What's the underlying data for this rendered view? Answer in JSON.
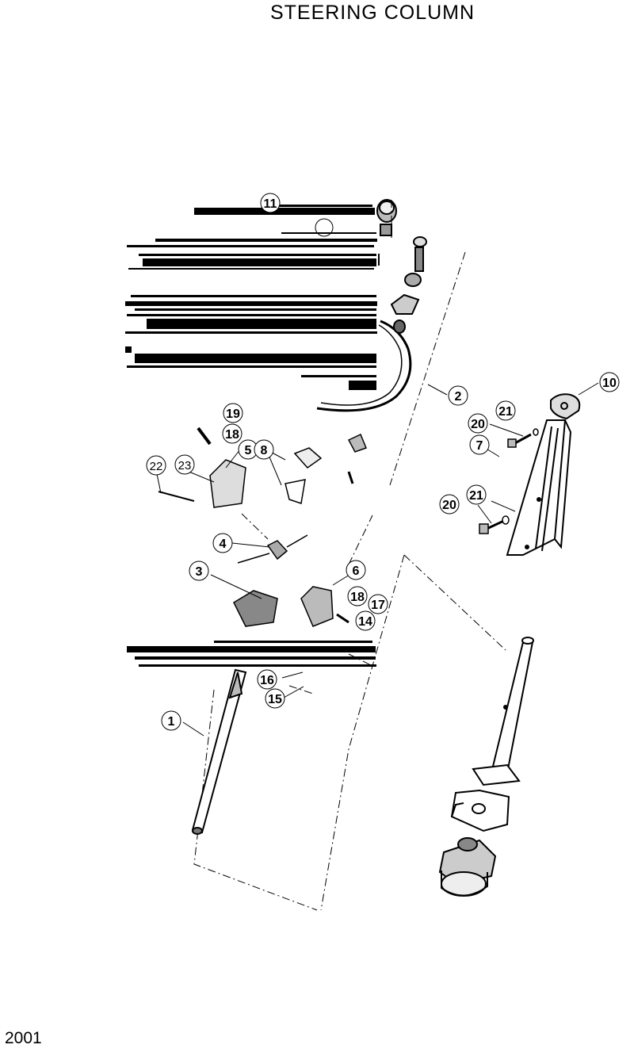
{
  "title": "STEERING  COLUMN",
  "page_code": "2001",
  "callouts": [
    {
      "id": "c1",
      "label": "1"
    },
    {
      "id": "c2",
      "label": "2"
    },
    {
      "id": "c3",
      "label": "3"
    },
    {
      "id": "c4",
      "label": "4"
    },
    {
      "id": "c5",
      "label": "5"
    },
    {
      "id": "c6",
      "label": "6"
    },
    {
      "id": "c7",
      "label": "7"
    },
    {
      "id": "c8",
      "label": "8"
    },
    {
      "id": "c10",
      "label": "10"
    },
    {
      "id": "c11",
      "label": "11"
    },
    {
      "id": "c14",
      "label": "14"
    },
    {
      "id": "c15",
      "label": "15"
    },
    {
      "id": "c16",
      "label": "16"
    },
    {
      "id": "c17",
      "label": "17"
    },
    {
      "id": "c18a",
      "label": "18"
    },
    {
      "id": "c18b",
      "label": "18"
    },
    {
      "id": "c19",
      "label": "19"
    },
    {
      "id": "c20a",
      "label": "20"
    },
    {
      "id": "c20b",
      "label": "20"
    },
    {
      "id": "c21a",
      "label": "21"
    },
    {
      "id": "c21b",
      "label": "21"
    },
    {
      "id": "c22",
      "label": "22"
    },
    {
      "id": "c23",
      "label": "23"
    }
  ]
}
